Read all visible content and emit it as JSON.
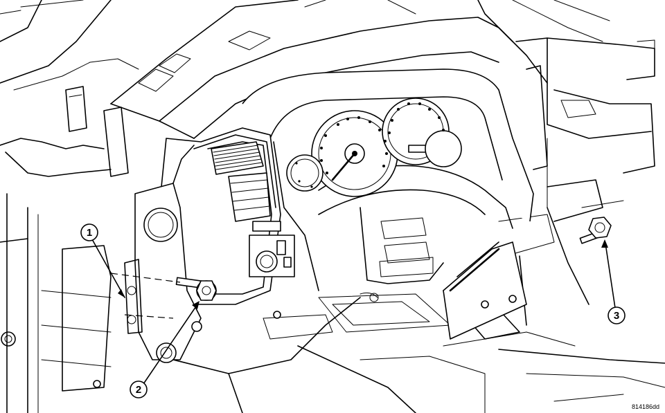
{
  "callouts": [
    {
      "label": "1"
    },
    {
      "label": "2"
    },
    {
      "label": "3"
    }
  ],
  "figure_id": "814186dd"
}
